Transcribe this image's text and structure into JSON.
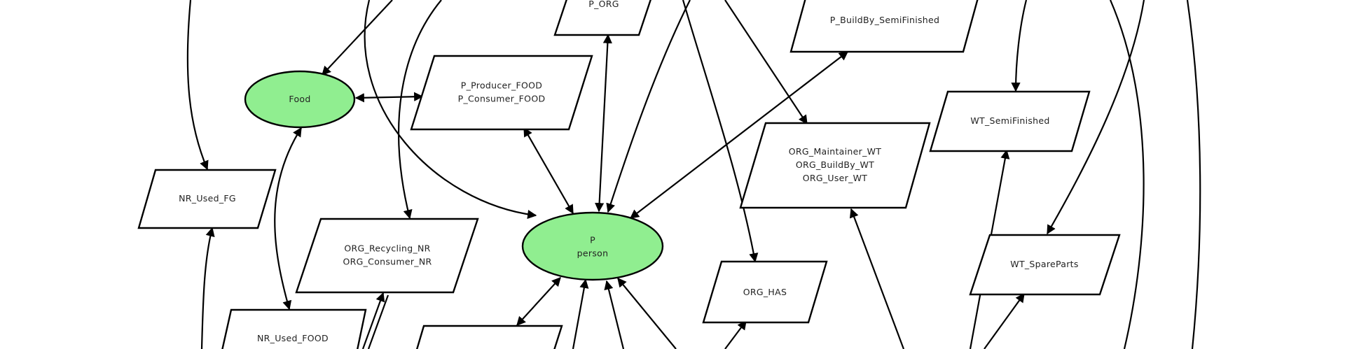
{
  "diagram": {
    "nodes": {
      "p_org": {
        "lines": [
          "P_ORG"
        ],
        "shape": "parallelogram",
        "fill": "#ffffff"
      },
      "p_buildby_semifinished": {
        "lines": [
          "P_BuildBy_SemiFinished"
        ],
        "shape": "parallelogram",
        "fill": "#ffffff"
      },
      "food": {
        "lines": [
          "Food"
        ],
        "shape": "ellipse",
        "fill": "#90ee90"
      },
      "p_producer_consumer_food": {
        "lines": [
          "P_Producer_FOOD",
          "P_Consumer_FOOD"
        ],
        "shape": "parallelogram",
        "fill": "#ffffff"
      },
      "wt_semifinished": {
        "lines": [
          "WT_SemiFinished"
        ],
        "shape": "parallelogram",
        "fill": "#ffffff"
      },
      "org_maintainer_buildby_user_wt": {
        "lines": [
          "ORG_Maintainer_WT",
          "ORG_BuildBy_WT",
          "ORG_User_WT"
        ],
        "shape": "parallelogram",
        "fill": "#ffffff"
      },
      "nr_used_fg": {
        "lines": [
          "NR_Used_FG"
        ],
        "shape": "parallelogram",
        "fill": "#ffffff"
      },
      "p_person": {
        "lines": [
          "P",
          "person"
        ],
        "shape": "ellipse",
        "fill": "#90ee90"
      },
      "org_recycling_consumer_nr": {
        "lines": [
          "ORG_Recycling_NR",
          "ORG_Consumer_NR"
        ],
        "shape": "parallelogram",
        "fill": "#ffffff"
      },
      "wt_spareparts": {
        "lines": [
          "WT_SpareParts"
        ],
        "shape": "parallelogram",
        "fill": "#ffffff"
      },
      "org_has": {
        "lines": [
          "ORG_HAS"
        ],
        "shape": "parallelogram",
        "fill": "#ffffff"
      },
      "nr_used_food": {
        "lines": [
          "NR_Used_FOOD"
        ],
        "shape": "parallelogram",
        "fill": "#ffffff"
      },
      "bottom_box": {
        "lines": [],
        "shape": "parallelogram",
        "fill": "#ffffff"
      }
    }
  }
}
